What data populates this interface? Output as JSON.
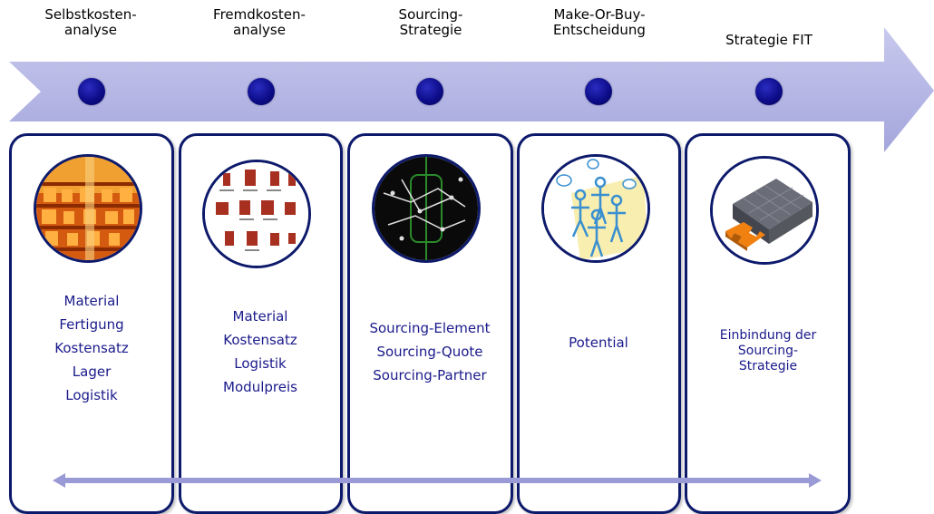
{
  "stages": [
    {
      "title": [
        "Selbstkosten-",
        "analyse"
      ],
      "items": [
        "Material",
        "Fertigung",
        "Kostensatz",
        "Lager",
        "Logistik"
      ],
      "image": "warehouse-shelves-image"
    },
    {
      "title": [
        "Fremdkosten-",
        "analyse"
      ],
      "items": [
        "Material",
        "Kostensatz",
        "Logistik",
        "Modulpreis"
      ],
      "image": "parts-catalog-image"
    },
    {
      "title": [
        "Sourcing-",
        "Strategie"
      ],
      "items": [
        "Sourcing-Element",
        "Sourcing-Quote",
        "Sourcing-Partner"
      ],
      "image": "strategy-chalkboard-image"
    },
    {
      "title": [
        "Make-Or-Buy-",
        "Entscheidung"
      ],
      "items": [
        "Potential"
      ],
      "image": "discussion-figures-image"
    },
    {
      "title": [
        "Strategie FIT"
      ],
      "items": [
        "Einbindung der",
        "Sourcing-",
        "Strategie"
      ],
      "image": "puzzle-piece-image"
    }
  ],
  "colors": {
    "arrow": "#b4b6e6",
    "panel_border": "#0d1a6b",
    "dot": "#0d0d8a",
    "text": "#1a1a8c",
    "bottom_arrow": "#9a9ad6"
  }
}
